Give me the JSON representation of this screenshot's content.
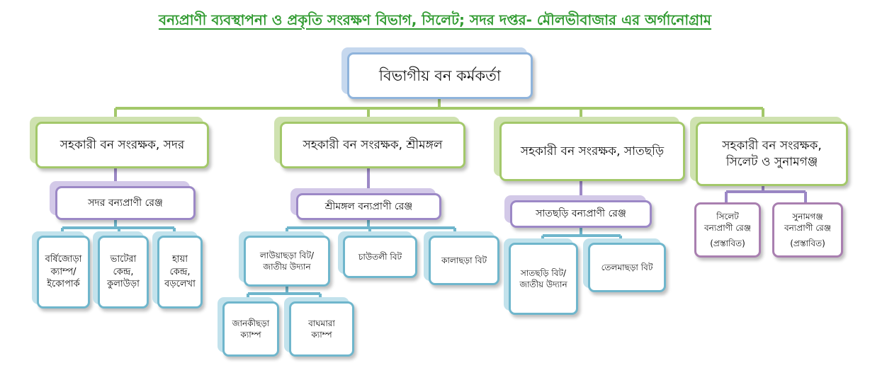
{
  "title": "বন্যপ্রাণী ব্যবস্থাপনা ও প্রকৃতি সংরক্ষণ বিভাগ, সিলেট; সদর দপ্তর- মৌলভীবাজার এর অর্গানোগ্রাম",
  "root": "বিভাগীয় বন কর্মকর্তা",
  "acf": {
    "sadar": "সহকারী বন সংরক্ষক, সদর",
    "sreemangal": "সহকারী বন সংরক্ষক, শ্রীমঙ্গল",
    "satchari": "সহকারী বন সংরক্ষক, সাতছড়ি",
    "sylhet": "সহকারী বন সংরক্ষক,\nসিলেট ও সুনামগঞ্জ"
  },
  "ranges": {
    "sadar": "সদর বন্যপ্রাণী রেঞ্জ",
    "sreemangal": "শ্রীমঙ্গল বন্যপ্রাণী রেঞ্জ",
    "satchari": "সাতছড়ি বন্যপ্রাণী রেঞ্জ",
    "sylhet": "সিলেট\nবন্যপ্রাণী রেঞ্জ",
    "sunamganj": "সুনামগঞ্জ\nবন্যপ্রাণী রেঞ্জ",
    "proposed": "(প্রস্তাবিত)"
  },
  "units": {
    "barshijora": "বর্ষিজোড়া\nক্যাম্প/\nইকোপার্ক",
    "vatera": "ভাটেরা\nকেন্দ্র,\nকুলাউড়া",
    "hayla": "হায়া\nকেন্দ্র,\nবড়লেখা",
    "lawachara": "লাউয়াছড়া বিট/\nজাতীয় উদ্যান",
    "chautali": "চাউতলী বিট",
    "kalachara": "কালাছড়া বিট",
    "janakichara": "জানকীছড়া\nক্যাম্প",
    "baghmara": "বাঘমারা\nক্যাম্প",
    "satchari_beat": "সাতছড়ি বিট/\nজাতীয় উদ্যান",
    "telmachara": "তেলমাছড়া বিট"
  },
  "colors": {
    "title": "#2f9a2f",
    "top_border": "#8fb4dc",
    "acf_border": "#a3c86a",
    "range_border": "#9c88c6",
    "unit_border": "#6fb6cc",
    "proposed_border": "#a97fb0"
  }
}
